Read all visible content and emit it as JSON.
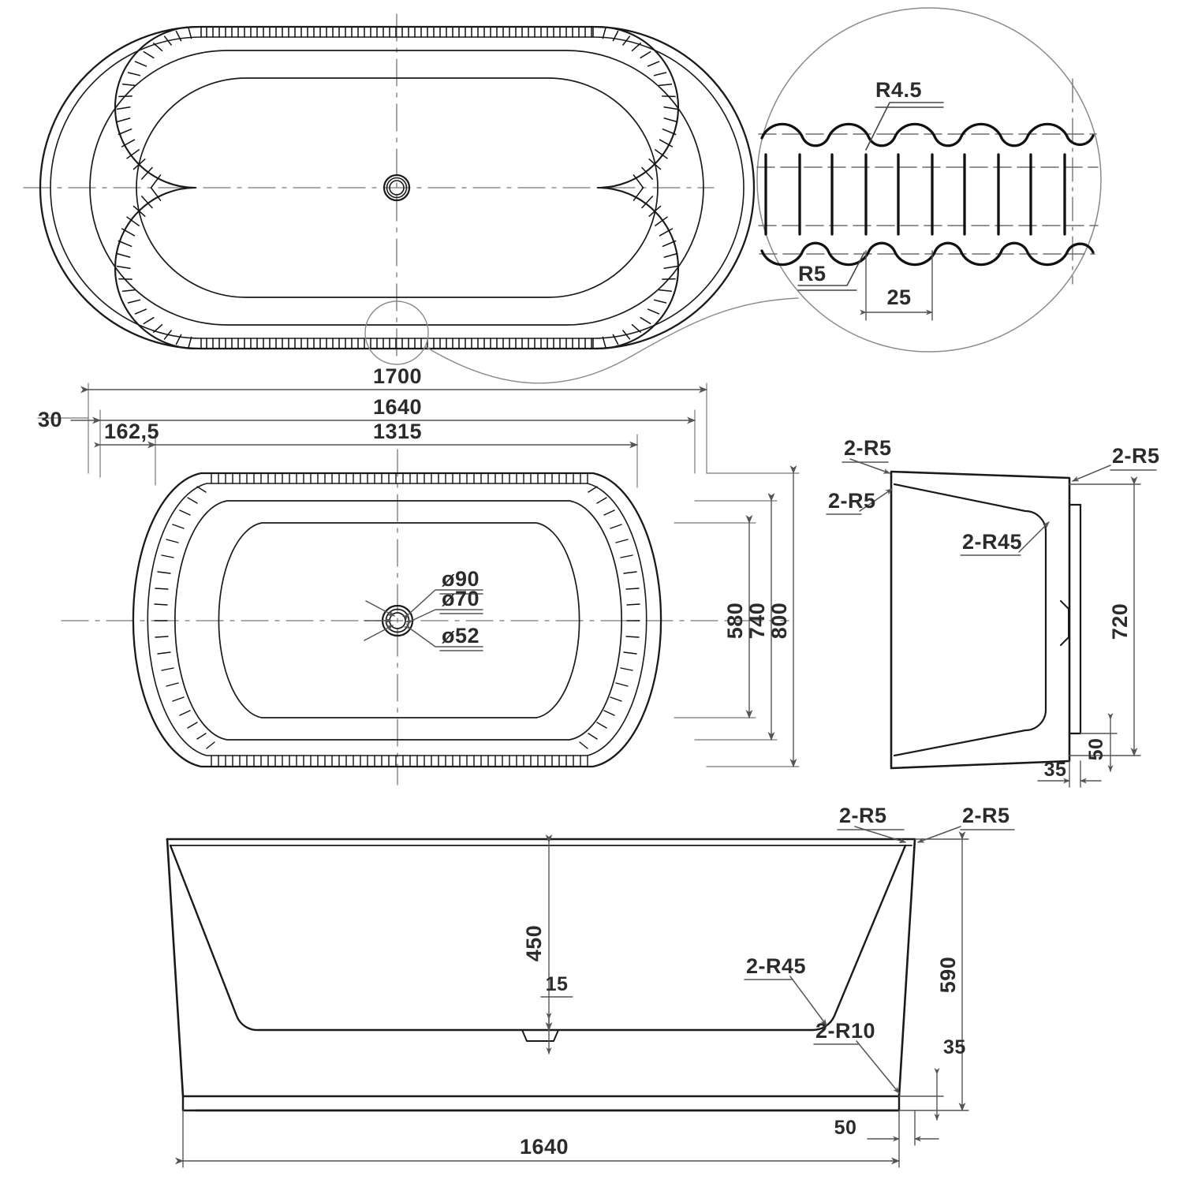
{
  "drawing": {
    "type": "technical-engineering-drawing",
    "subject": "freestanding fluted oval bathtub",
    "units": "mm",
    "line_color": "#1a1a1a",
    "dim_color": "#555555",
    "background": "#ffffff"
  },
  "views": {
    "top_plan": {
      "name": "top-plan-view"
    },
    "detail_circle": {
      "name": "flute-detail-view"
    },
    "main_plan": {
      "name": "main-plan-view"
    },
    "side_elevation": {
      "name": "side-elevation-view"
    },
    "front_elevation": {
      "name": "front-elevation-view"
    }
  },
  "detail": {
    "r45": "R4.5",
    "r5": "R5",
    "pitch": "25"
  },
  "plan_dims": {
    "overall_length": "1700",
    "body_length": "1640",
    "inner_length": "1315",
    "offset_left": "30",
    "offset_rim": "162,5",
    "inner_width": "580",
    "body_width": "740",
    "overall_width": "800"
  },
  "drain": {
    "d90": "ø90",
    "d70": "ø70",
    "d52": "ø52"
  },
  "side_dims": {
    "height": "720",
    "plinth": "50",
    "inset": "35",
    "r5_top_left": "2-R5",
    "r5_rim_left": "2-R5",
    "r5_top_right": "2-R5",
    "r45_inner": "2-R45"
  },
  "front_dims": {
    "inner_depth": "450",
    "sump": "15",
    "overall_height": "590",
    "plinth_height": "35",
    "plinth_inset": "50",
    "length": "1640",
    "r5_left": "2-R5",
    "r5_right": "2-R5",
    "r45": "2-R45",
    "r10": "2-R10"
  }
}
